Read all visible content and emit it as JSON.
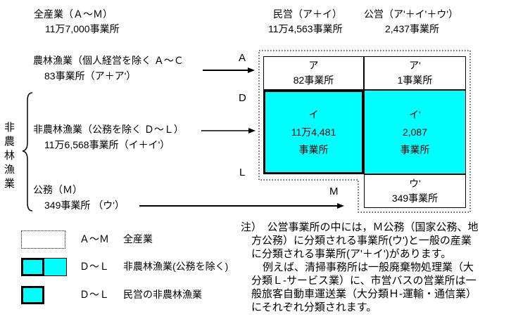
{
  "colors": {
    "highlight": "#00ffff",
    "ink": "#000000",
    "background": "#ffffff"
  },
  "header": {
    "all_industries_title": "全産業（Ａ～Ｍ）",
    "all_industries_count": "11万7,000事業所",
    "private_title": "民営（ア＋イ）",
    "private_count": "11万4,563事業所",
    "public_title": "公営（ア'＋イ'＋ウ'）",
    "public_count": "2,437事業所"
  },
  "left_labels": {
    "agriculture_title": "農林漁業（個人経営を除く Ａ～Ｃ",
    "agriculture_count": "83事業所（ア＋ア'）",
    "non_agri_title": "非農林漁業（公務を除く Ｄ～Ｌ）",
    "non_agri_count": "11万6,568事業所（イ＋イ'）",
    "public_service_title": "公務（Ｍ）",
    "public_service_count": "349事業所 （ウ'）",
    "vertical_group": "非農林漁業"
  },
  "range_labels": {
    "a": "A",
    "d": "D",
    "l": "L",
    "m": "M"
  },
  "diagram": {
    "cell_a_title": "ア",
    "cell_a_count": "82事業所",
    "cell_ap_title": "ア'",
    "cell_ap_count": "1事業所",
    "cell_i_title": "イ",
    "cell_i_count": "11万4,481",
    "cell_i_unit": "事業所",
    "cell_ip_title": "イ'",
    "cell_ip_count": "2,087",
    "cell_ip_unit": "事業所",
    "cell_up_title": "ウ'",
    "cell_up_count": "349事業所"
  },
  "legend": {
    "items": [
      {
        "range": "Ａ～Ｍ",
        "label": "全産業"
      },
      {
        "range": "Ｄ～Ｌ",
        "label": "非農林漁業(公務を除く)"
      },
      {
        "range": "Ｄ～Ｌ",
        "label": "民営の非農林漁業"
      }
    ]
  },
  "note": {
    "lines": [
      "注）　公営事業所の中には，Ｍ公務（国家公務、地",
      "方公務）に分類される事業所(ウ')と一般の産業",
      "に分類される事業所(ア'＋イ')があります。",
      "例えば、清掃事務所は一般廃棄物処理業（大",
      "分類Ｌ-サービス業）に、市営バスの営業所は一",
      "般旅客自動車運送業（大分類Ｈ-運輸・通信業）",
      "にそれぞれ分類されます。"
    ]
  }
}
